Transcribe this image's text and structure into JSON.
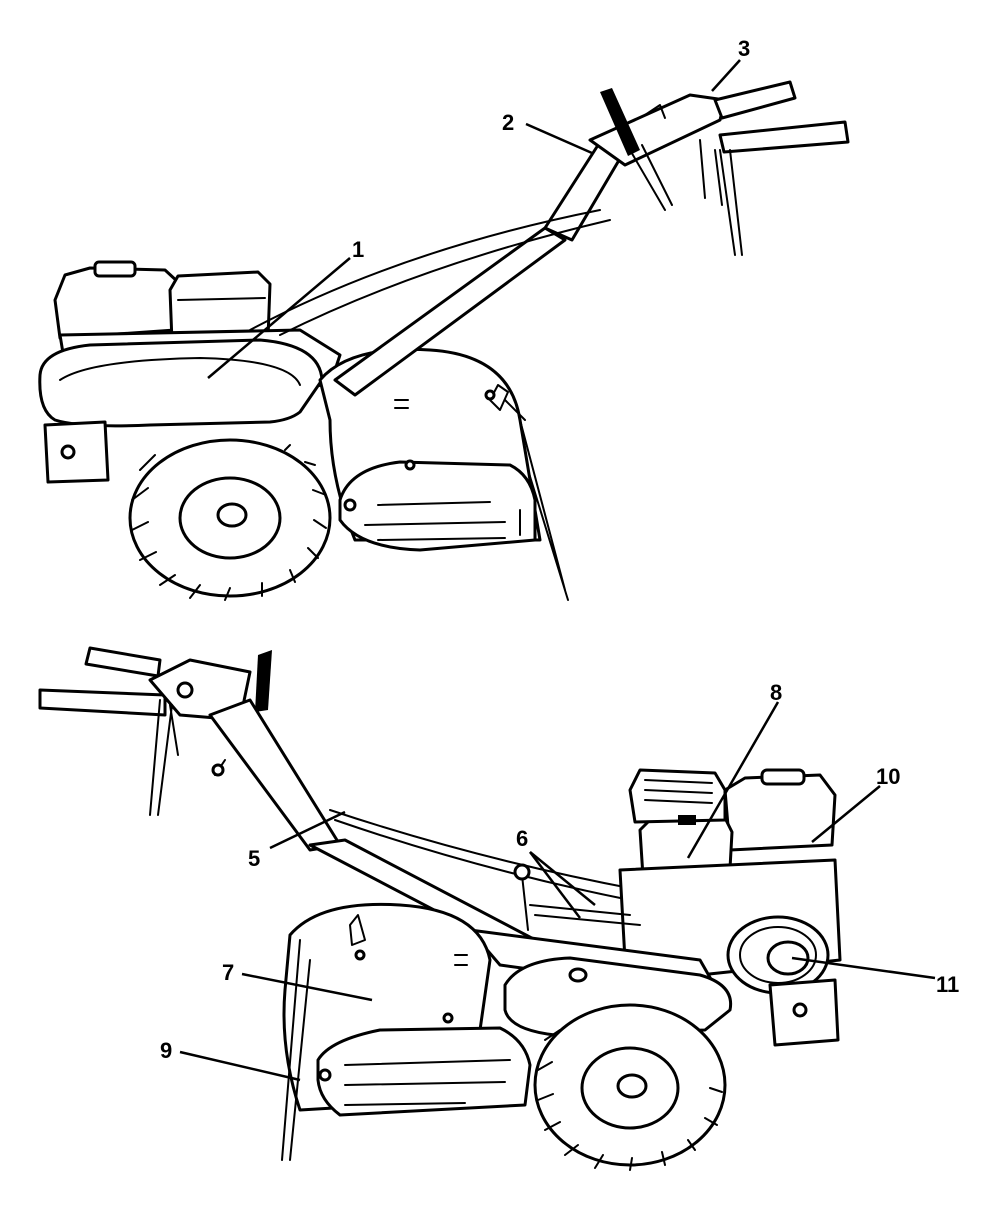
{
  "callouts": [
    {
      "id": "1",
      "label": "1"
    },
    {
      "id": "2",
      "label": "2"
    },
    {
      "id": "3",
      "label": "3"
    },
    {
      "id": "5",
      "label": "5"
    },
    {
      "id": "6",
      "label": "6"
    },
    {
      "id": "7",
      "label": "7"
    },
    {
      "id": "8",
      "label": "8"
    },
    {
      "id": "9",
      "label": "9"
    },
    {
      "id": "10",
      "label": "10"
    },
    {
      "id": "11",
      "label": "11"
    }
  ],
  "colors": {
    "ink": "#000000",
    "paper": "#ffffff"
  }
}
